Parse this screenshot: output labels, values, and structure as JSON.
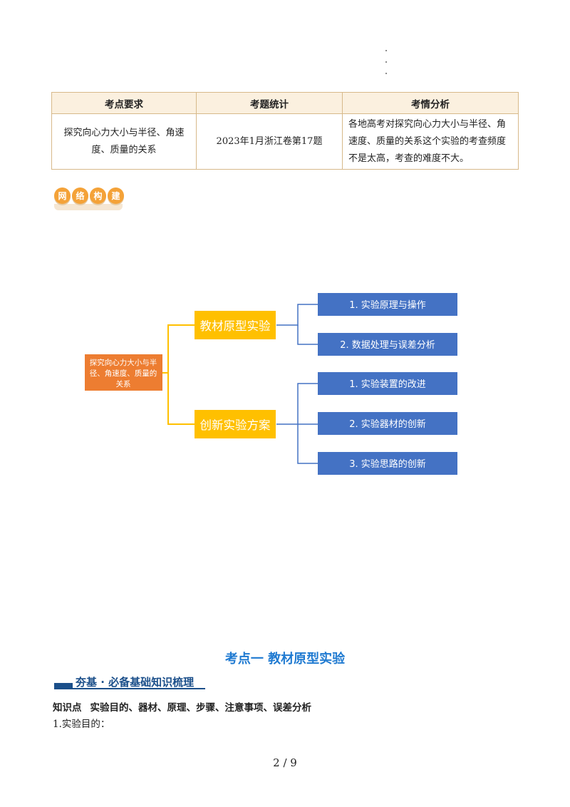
{
  "table": {
    "headers": [
      "考点要求",
      "考题统计",
      "考情分析"
    ],
    "row": {
      "requirement": "探究向心力大小与半径、角速度、质量的关系",
      "statistics": "2023年1月浙江卷第17题",
      "analysis": "各地高考对探究向心力大小与半径、角速度、质量的关系这个实验的考查频度不是太高，考查的难度不大。"
    }
  },
  "badge": {
    "chars": [
      "网",
      "络",
      "构",
      "建"
    ]
  },
  "mindmap": {
    "root": "探究向心力大小与半径、角速度、质量的关系",
    "root_lines": [
      "探究向心力大小与半",
      "径、角速度、质量的",
      "关系"
    ],
    "branches": [
      {
        "label": "教材原型实验",
        "children": [
          "1. 实验原理与操作",
          "2. 数据处理与误差分析"
        ]
      },
      {
        "label": "创新实验方案",
        "children": [
          "1. 实验装置的改进",
          "2. 实验器材的创新",
          "3. 实验思路的创新"
        ]
      }
    ],
    "colors": {
      "root": "#ed7d31",
      "branch": "#ffc000",
      "leaf": "#4472c4",
      "connector_orange": "#ffc000",
      "connector_blue": "#4472c4"
    }
  },
  "section": {
    "title": "考点一  教材原型实验",
    "subheading": "夯基 · 必备基础知识梳理",
    "knowledge_label": "知识点",
    "knowledge_text": "实验目的、器材、原理、步骤、注意事项、误差分析",
    "goal": "1.实验目的："
  },
  "page": {
    "number": "2 / 9"
  }
}
